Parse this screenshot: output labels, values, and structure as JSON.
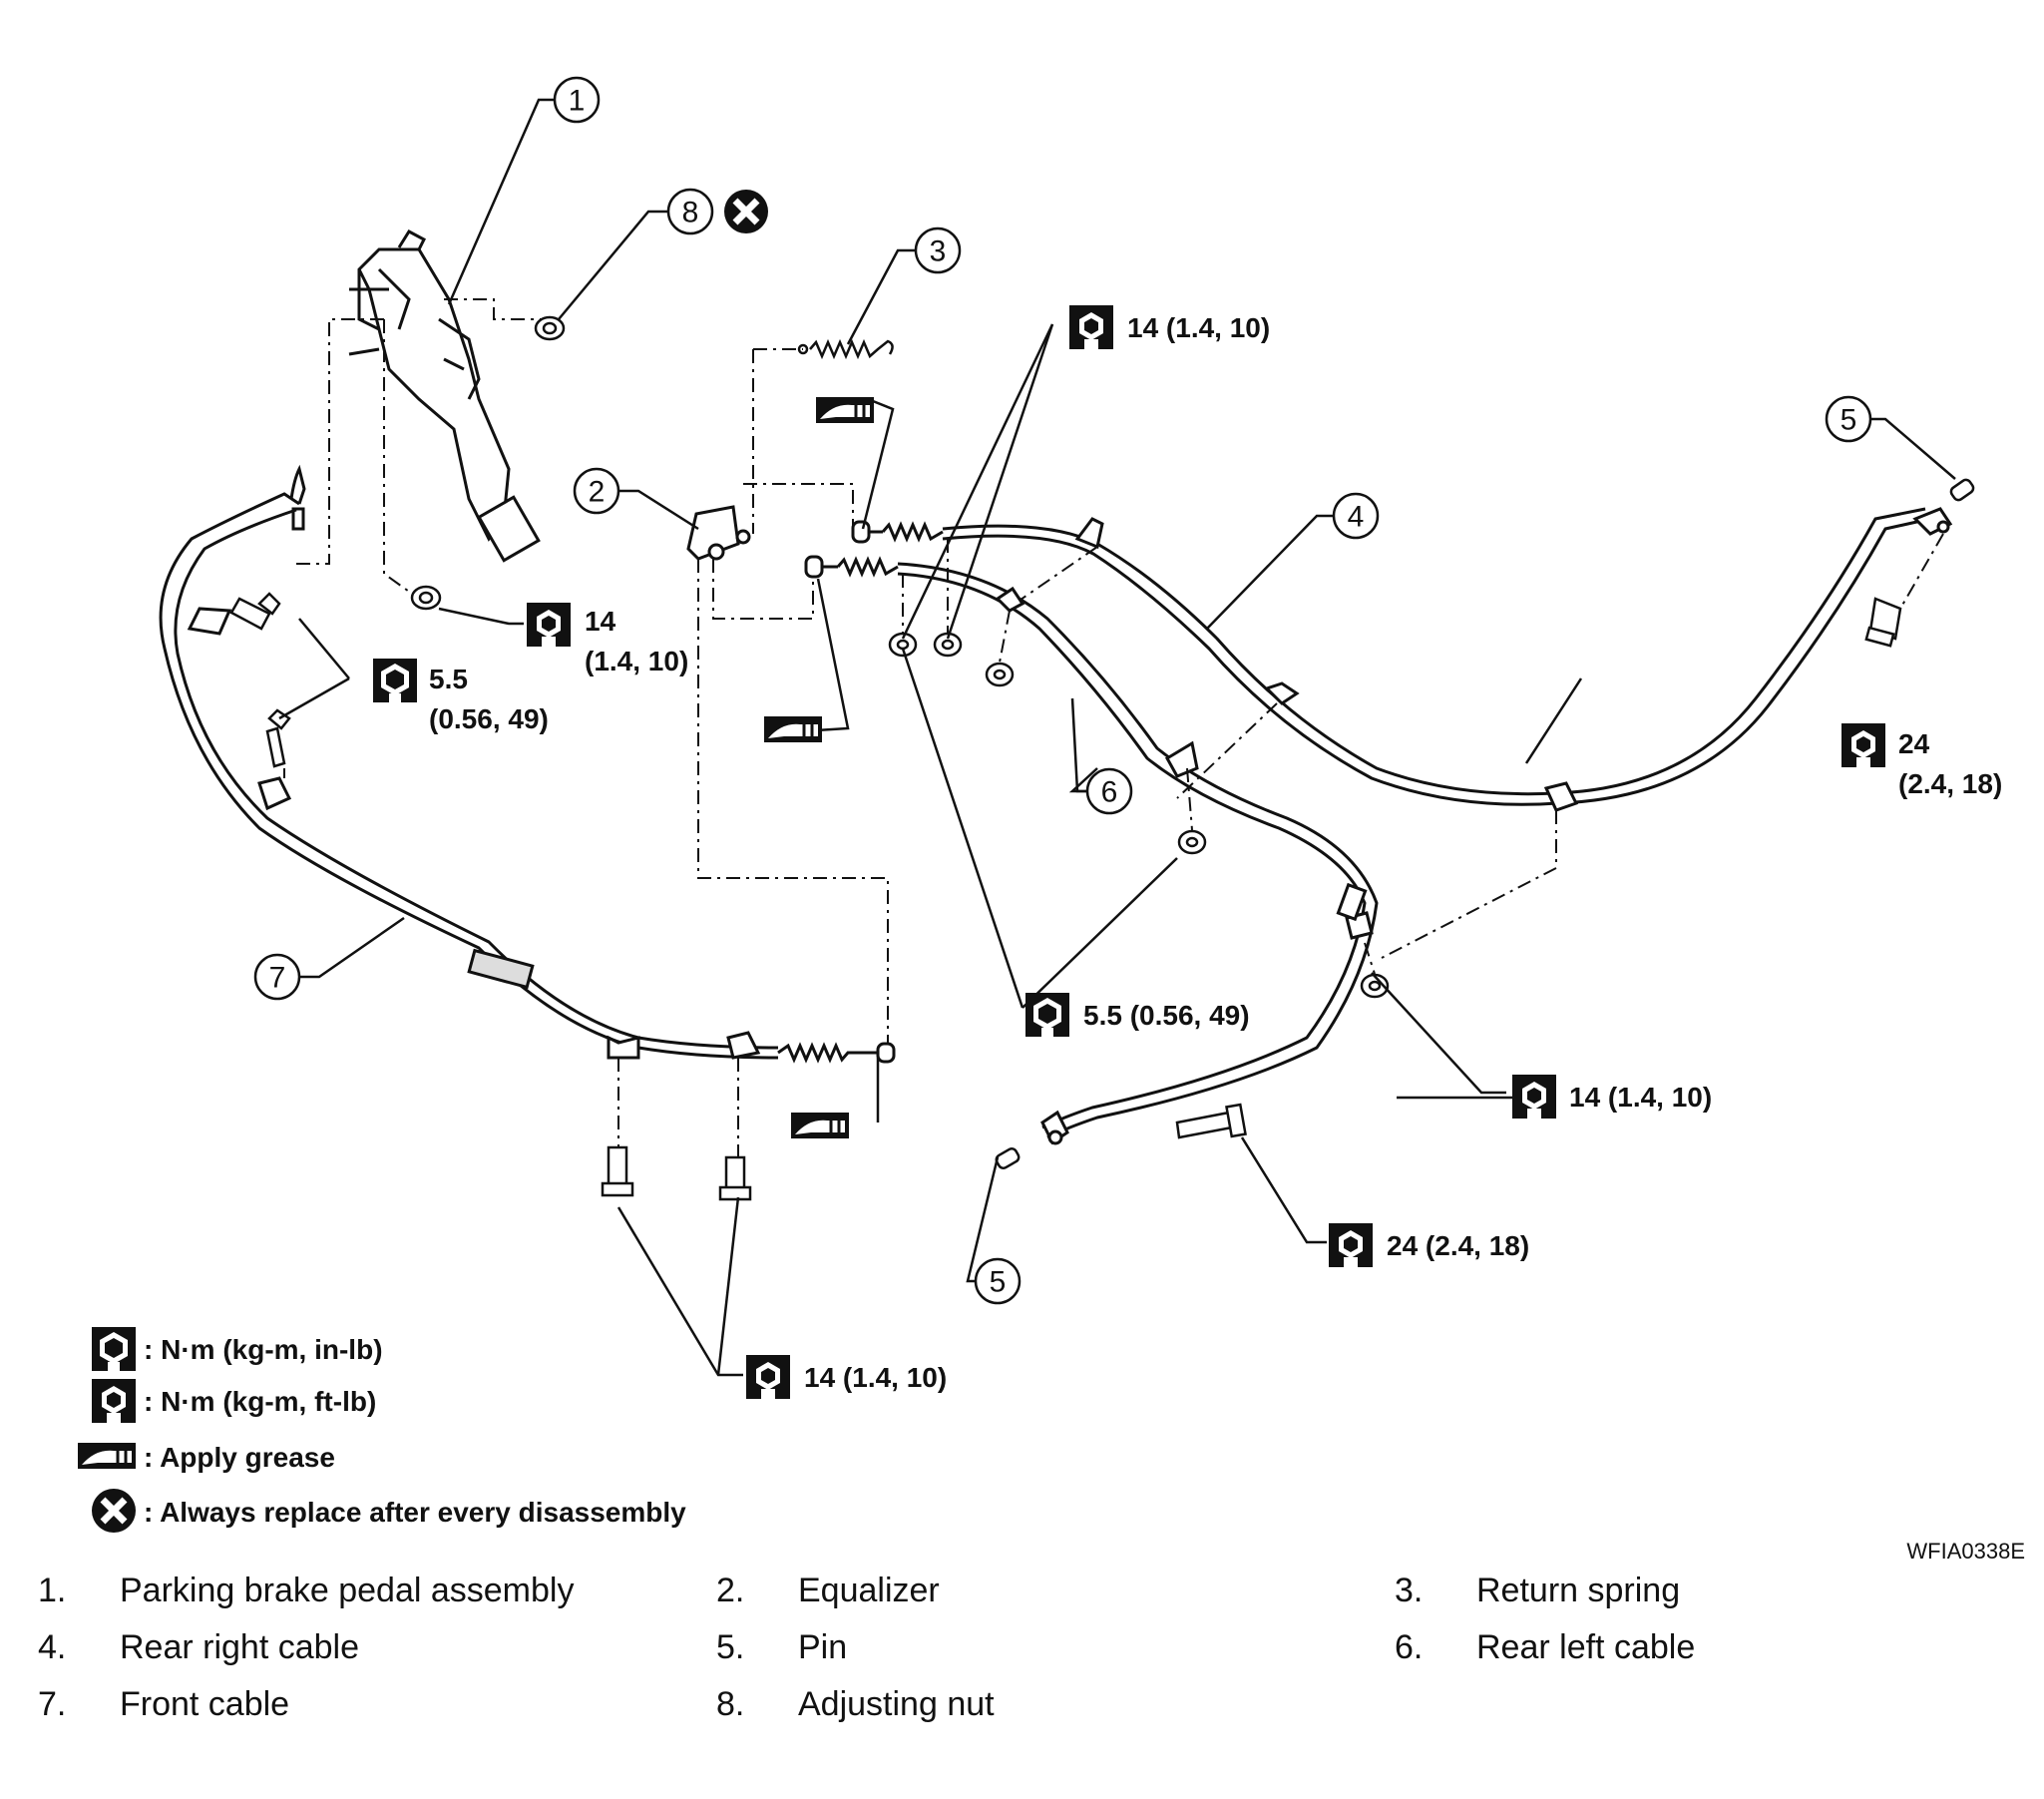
{
  "callouts": [
    "1",
    "2",
    "3",
    "4",
    "5",
    "6",
    "7",
    "8"
  ],
  "torque": {
    "t14_pedal": [
      "14",
      "(1.4, 10)"
    ],
    "t14_top": "14 (1.4, 10)",
    "t55_left": [
      "5.5",
      "(0.56, 49)"
    ],
    "t55_mid": "5.5 (0.56, 49)",
    "t24_right": [
      "24",
      "(2.4, 18)"
    ],
    "t14_right": "14 (1.4, 10)",
    "t24_bottom": "24 (2.4, 18)",
    "t14_bottom": "14 (1.4, 10)"
  },
  "legend": [
    {
      "icon": "torque-in-lb-icon",
      "text": ": N·m (kg-m, in-lb)"
    },
    {
      "icon": "torque-ft-lb-icon",
      "text": ": N·m (kg-m, ft-lb)"
    },
    {
      "icon": "grease-icon",
      "text": ": Apply grease"
    },
    {
      "icon": "replace-icon",
      "text": ": Always replace after every disassembly"
    }
  ],
  "figure_ref": "WFIA0338E",
  "parts": [
    {
      "num": "1.",
      "name": "Parking brake pedal  assembly"
    },
    {
      "num": "2.",
      "name": "Equalizer"
    },
    {
      "num": "3.",
      "name": "Return spring"
    },
    {
      "num": "4.",
      "name": "Rear right cable"
    },
    {
      "num": "5.",
      "name": "Pin"
    },
    {
      "num": "6.",
      "name": "Rear left cable"
    },
    {
      "num": "7.",
      "name": "Front cable"
    },
    {
      "num": "8.",
      "name": "Adjusting nut"
    }
  ]
}
